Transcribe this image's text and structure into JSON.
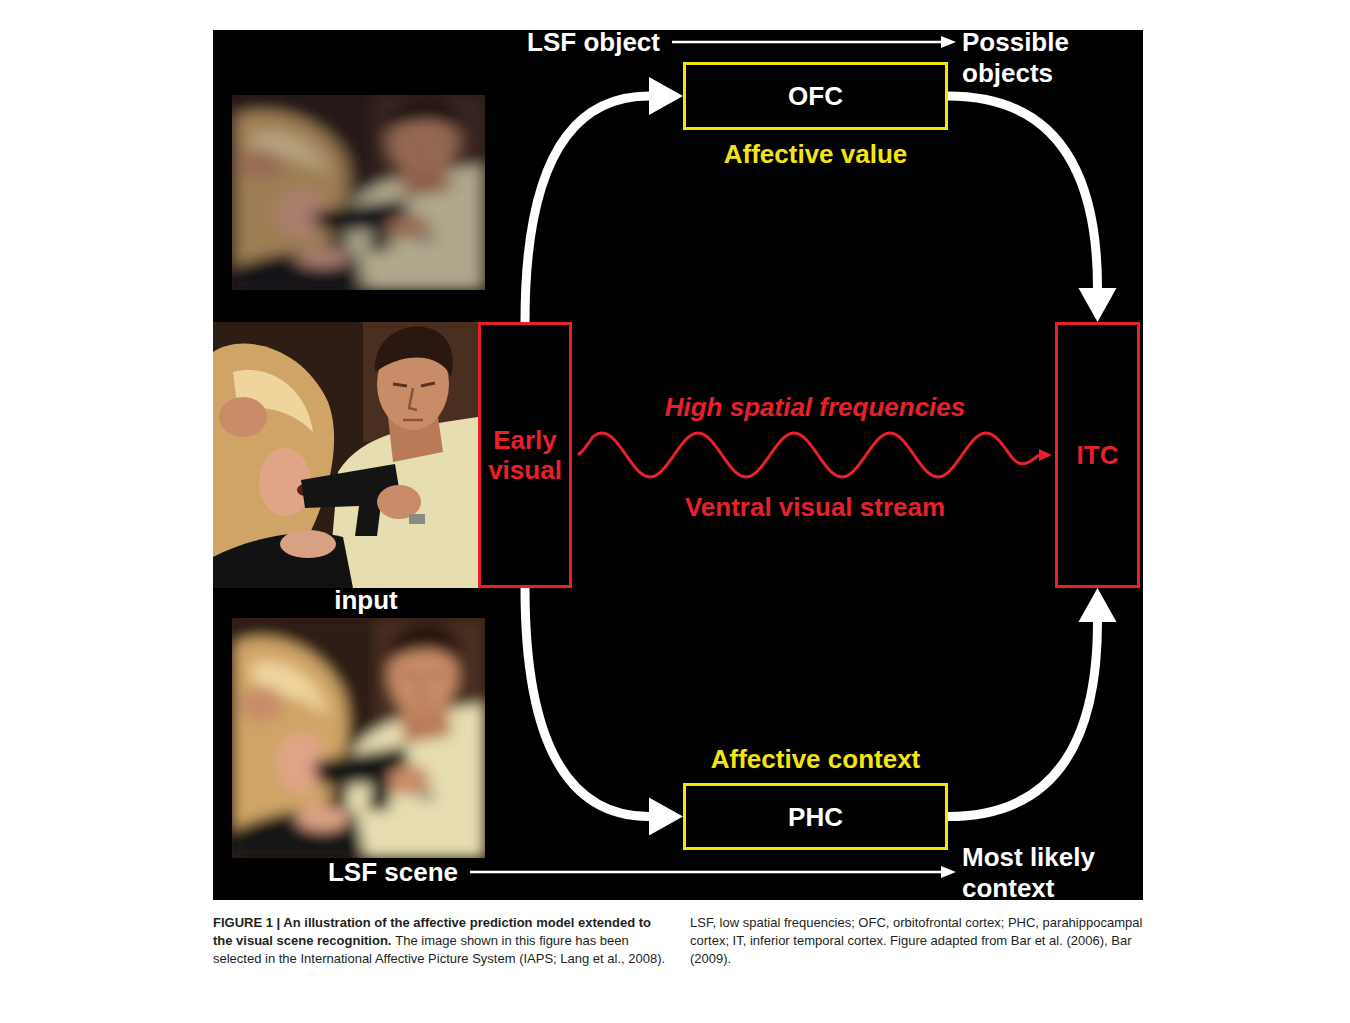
{
  "diagram": {
    "title": "FIGURE 1 | An illustration of the affective prediction model extended to the visual scene recognition.",
    "caption": "The image shown in this figure has been selected in the International Affective Picture System (IAPS; Lang et al., 2008). LSF, low spatial frequencies; OFC, orbitofrontal cortex; PHC, parahippocampal cortex; IT, inferior temporal cortex. Figure adapted from Bar et al. (2006), Bar (2009).",
    "nodes": [
      {
        "text": [
          "OFC",
          "Affective value"
        ]
      },
      {
        "text": [
          "Early visual"
        ]
      },
      {
        "text": [
          "ITC"
        ]
      },
      {
        "text": [
          "Affective context",
          "PHC"
        ]
      }
    ],
    "edges": [
      {
        "from": 1,
        "to": 0,
        "arrow": "to"
      },
      {
        "from": 0,
        "to": 2,
        "arrow": "to"
      },
      {
        "from": 1,
        "to": 3,
        "arrow": "to"
      },
      {
        "from": 3,
        "to": 2,
        "arrow": "to"
      },
      {
        "from": 1,
        "to": 2,
        "arrow": "to",
        "label": "High spatial frequencies"
      }
    ],
    "labels": [
      "LSF object",
      "Possible objects",
      "input",
      "Ventral visual stream",
      "LSF scene",
      "Most likely context"
    ]
  }
}
